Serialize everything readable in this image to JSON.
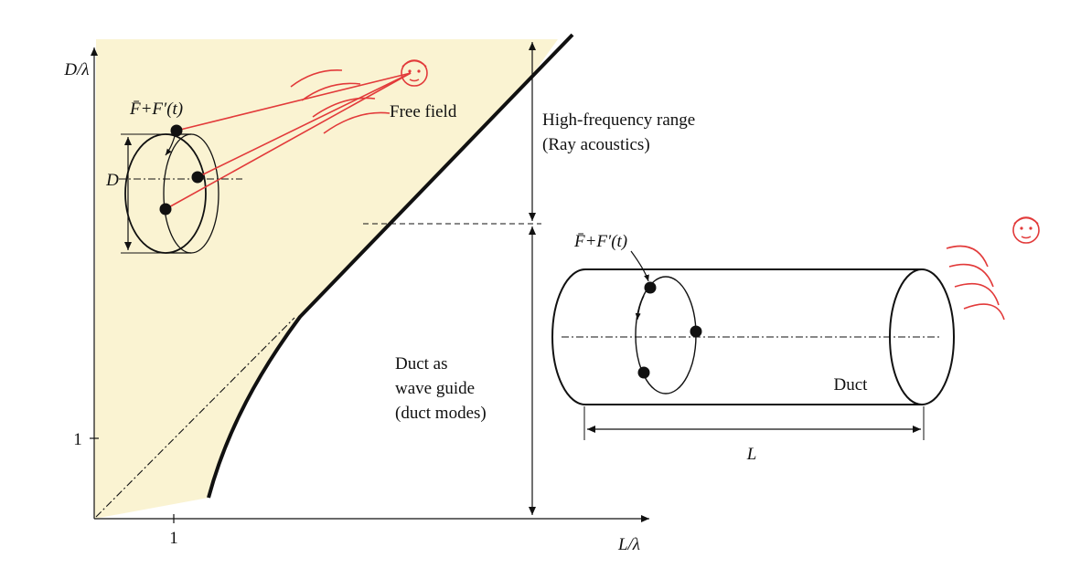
{
  "axes": {
    "y_label": "D/λ",
    "x_label": "L/λ",
    "y_tick": "1",
    "x_tick": "1"
  },
  "regions": {
    "free_field": "Free field",
    "high_freq_line1": "High-frequency range",
    "high_freq_line2": "(Ray acoustics)",
    "duct_guide_line1": "Duct as",
    "duct_guide_line2": "wave guide",
    "duct_guide_line3": "(duct modes)"
  },
  "ring_source": {
    "force_label": "F̄+F′(t)",
    "diameter_label": "D"
  },
  "duct_source": {
    "force_label": "F̄+F′(t)",
    "duct_label": "Duct",
    "length_label": "L"
  },
  "colors": {
    "shaded_region": "#faf3d2",
    "sound_waves": "#e23a3a",
    "lines": "#111111"
  }
}
